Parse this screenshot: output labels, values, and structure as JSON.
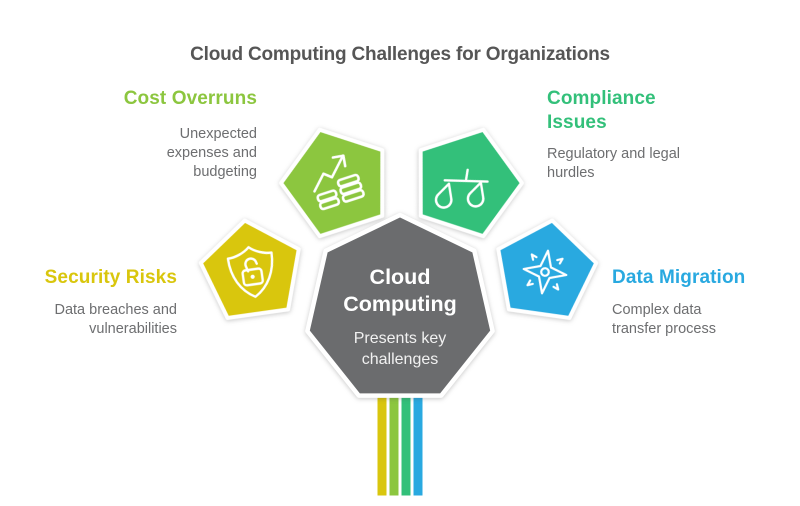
{
  "title": "Cloud Computing Challenges for Organizations",
  "center": {
    "heading_lines": [
      "Cloud",
      "Computing"
    ],
    "subtitle_lines": [
      "Presents key",
      "challenges"
    ]
  },
  "challenges": [
    {
      "id": "cost-overruns",
      "label_lines": [
        "Cost Overruns"
      ],
      "desc_lines": [
        "Unexpected",
        "expenses and",
        "budgeting"
      ],
      "color": "#8CC63F",
      "icon": "growth-chart-coins-icon"
    },
    {
      "id": "compliance-issues",
      "label_lines": [
        "Compliance",
        "Issues"
      ],
      "desc_lines": [
        "Regulatory and legal",
        "hurdles"
      ],
      "color": "#33C07A",
      "icon": "balance-scale-icon"
    },
    {
      "id": "security-risks",
      "label_lines": [
        "Security Risks"
      ],
      "desc_lines": [
        "Data breaches and",
        "vulnerabilities"
      ],
      "color": "#D9C60D",
      "icon": "shield-lock-icon"
    },
    {
      "id": "data-migration",
      "label_lines": [
        "Data Migration"
      ],
      "desc_lines": [
        "Complex data",
        "transfer process"
      ],
      "color": "#29A9E0",
      "icon": "compass-star-icon"
    }
  ],
  "colors": {
    "center_fill": "#6B6C6E",
    "title_text": "#565656",
    "body_text": "#6D6E70",
    "outline": "#FFFFFF",
    "stripe_colors": [
      "#D9C60D",
      "#8CC63F",
      "#33C07A",
      "#29A9E0"
    ]
  }
}
